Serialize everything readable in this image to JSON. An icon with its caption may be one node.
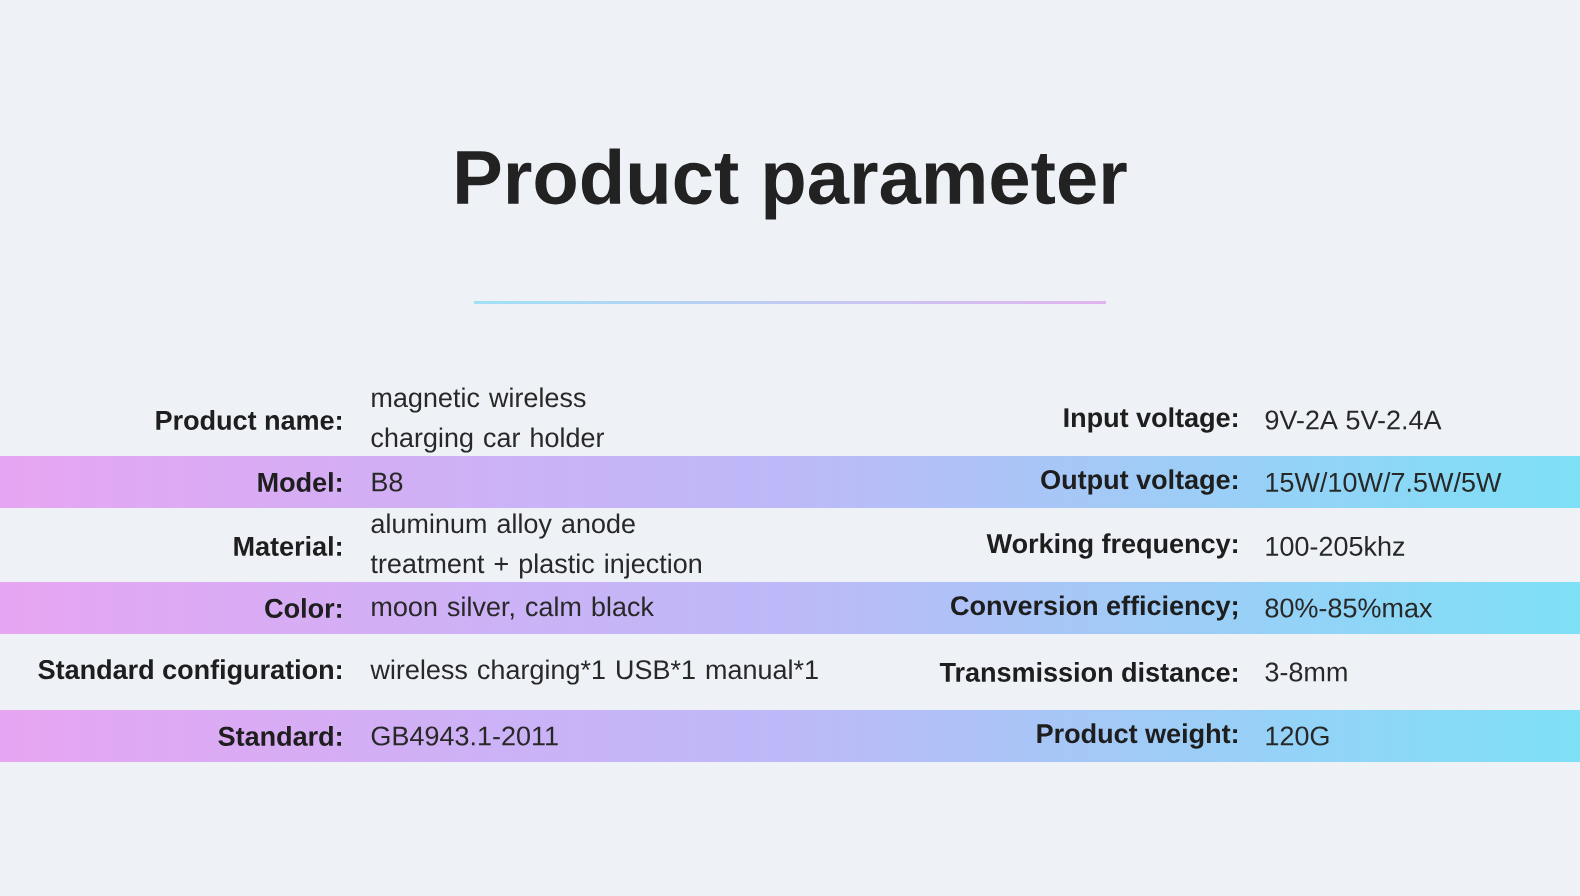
{
  "diagram": {
    "title": "Product parameter",
    "labels": [
      "Product name:",
      "magnetic wireless charging car holder",
      "Input voltage:",
      "9V-2A 5V-2.4A",
      "Model:",
      "B8",
      "Output voltage:",
      "15W/10W/7.5W/5W",
      "Material:",
      "aluminum alloy anode treatment + plastic injection",
      "Working frequency:",
      "100-205khz",
      "Color:",
      "moon silver, calm black",
      "Conversion efficiency;",
      "80%-85%max",
      "Standard configuration:",
      "wireless charging*1 USB*1 manual*1",
      "Transmission distance:",
      "3-8mm",
      "Standard:",
      "GB4943.1-2011",
      "Product weight:",
      "120G"
    ]
  }
}
